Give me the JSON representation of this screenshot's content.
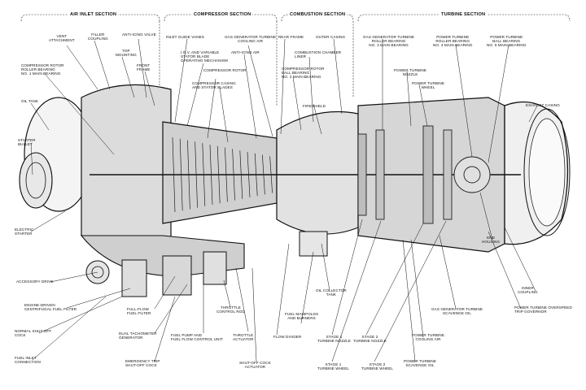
{
  "sections": {
    "air_inlet": "AIR INLET SECTION",
    "compressor": "COMPRESSOR SECTION",
    "combustion": "COMBUSTION SECTION",
    "turbine": "TURBINE SECTION"
  },
  "labels": {
    "vent_attachment": "VENT\nATTACHMENT",
    "filler_coupling": "FILLER\nCOUPLING",
    "anti_icing_valve": "ANTI-ICING VALVE",
    "top_mounting": "TOP\nMOUNTING",
    "front_frame": "FRONT\nFRAME",
    "compressor_rotor_roller_bearing": "COMPRESSOR ROTOR\nROLLER BEARING\nNo. 1 MAIN BEARING",
    "oil_tank": "OIL TANK",
    "starter_bullet": "STARTER\nBULLET",
    "electric_starter": "ELECTRIC\nSTARTER",
    "accessory_drive": "ACCESSORY DRIVE",
    "engine_driven_fuel_filter": "ENGINE-DRIVEN\nCENTRIFUGAL FUEL FILTER",
    "normal_shutoff_cock": "NORMAL SHUT-OFF\nCOCK",
    "fuel_inlet_connection": "FUEL INLET\nCONNECTION",
    "inlet_guide_vanes": "INLET GUIDE VANES",
    "igv_stator_mechanism": "I.G.V. AND VARIABLE\nSTATOR BLADE\nOPERATING MECHANISM",
    "compressor_rotor": "COMPRESSOR ROTOR",
    "compressor_casing": "COMPRESSOR CASING\nAND STATOR BLADES",
    "gas_generator_turbine_cooling_air": "GAS GENERATOR TURBINE\nCOOLING AIR",
    "anti_icing_air": "ANTI-ICING AIR",
    "full_flow_fuel_filter": "FULL-FLOW\nFUEL FILTER",
    "dual_tachometer_generator": "DUAL TACHOMETER\nGENERATOR",
    "emergency_trip_shutoff_cock": "EMERGENCY TRIP\nSHUT-OFF COCK",
    "fuel_pump_flow_control": "FUEL PUMP AND\nFUEL FLOW CONTROL UNIT",
    "throttle_control_rod": "THROTTLE\nCONTROL ROD",
    "throttle_actuator": "THROTTLE\nACTUATOR",
    "shutoff_cock_actuator": "SHUT-OFF COCK\nACTUATOR",
    "rear_frame": "REAR FRAME",
    "outer_casing": "OUTER CASING",
    "combustion_chamber_liner": "COMBUSTION CHAMBER\nLINER",
    "compressor_rotor_ball_bearing": "COMPRESSOR ROTOR\nBALL BEARING\nNo. 2 MAIN BEARING",
    "fireshield": "FIRESHIELD",
    "flow_divider": "FLOW DIVIDER",
    "fuel_manifolds_burners": "FUEL MANIFOLDS\nAND BURNERS",
    "oil_collector_tank": "OIL COLLECTOR\nTANK",
    "stage1_turbine_nozzle": "STAGE 1\nTURBINE NOZZLE",
    "stage1_turbine_wheel": "STAGE 1\nTURBINE WHEEL",
    "stage2_turbine_nozzle": "STAGE 2\nTURBINE NOZZLE",
    "stage2_turbine_wheel": "STAGE 2\nTURBINE WHEEL",
    "gg_turbine_roller_bearing": "GAS GENERATOR TURBINE\nROLLER BEARING\nNo. 3 MAIN BEARING",
    "power_turbine_nozzle": "POWER TURBINE\nNOZZLE",
    "power_turbine_wheel": "POWER TURBINE\nWHEEL",
    "pt_roller_bearing": "POWER TURBINE\nROLLER BEARING\nNo. 4 MAIN BEARING",
    "pt_ball_bearing": "POWER TURBINE\nBALL BEARING\nNo. 5 MAIN BEARING",
    "exhaust_casing": "EXHAUST CASING",
    "end_housing": "END\nHOUSING",
    "inner_coupling": "INNER\nCOUPLING",
    "pt_overspeed_trip_governor": "POWER TURBINE OVERSPEED\nTRIP GOVERNOR",
    "gg_turbine_scavenge_oil": "GAS GENERATOR TURBINE\nSCAVENGE OIL",
    "pt_cooling_air": "POWER TURBINE\nCOOLING AIR",
    "pt_scavenge_oil": "POWER TURBINE\nSCAVENGE OIL"
  },
  "colors": {
    "ink": "#111111",
    "paper": "#ffffff"
  }
}
